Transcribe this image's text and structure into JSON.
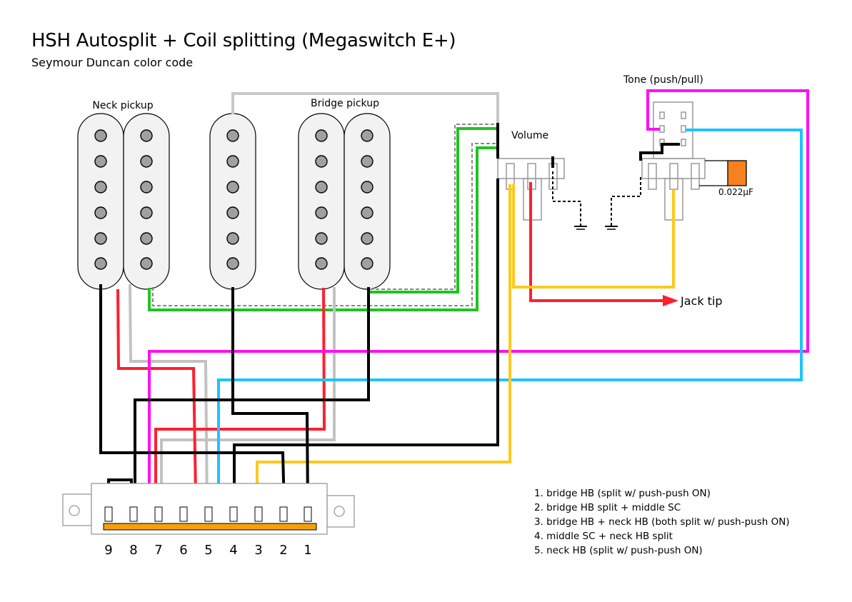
{
  "header": {
    "title": "HSH Autosplit + Coil splitting (Megaswitch E+)",
    "subtitle": "Seymour Duncan color code"
  },
  "labels": {
    "neck_pickup": "Neck pickup",
    "bridge_pickup": "Bridge pickup",
    "volume": "Volume",
    "tone": "Tone (push/pull)",
    "capacitor": "0.022µF",
    "jack_tip": "Jack tip"
  },
  "switch": {
    "lug_numbers": [
      "9",
      "8",
      "7",
      "6",
      "5",
      "4",
      "3",
      "2",
      "1"
    ]
  },
  "positions": [
    "1. bridge HB (split w/ push-push ON)",
    "2. bridge HB split + middle SC",
    "3. bridge HB + neck HB (both split w/ push-push ON)",
    "4. middle SC + neck HB split",
    "5. neck HB (split w/ push-push ON)"
  ],
  "colors": {
    "black": "#000000",
    "red": "#ff1f2e",
    "green": "#1ec41e",
    "white_wire": "#c2c2c2",
    "magenta": "#ff10f0",
    "cyan": "#1cc3ff",
    "yellow": "#ffc81e",
    "bare": "#808080",
    "capacitor": "#f5821f",
    "switch_bar": "#f5a00a",
    "pickup_body": "#f2f2f2",
    "pole": "#a0a0a0"
  }
}
